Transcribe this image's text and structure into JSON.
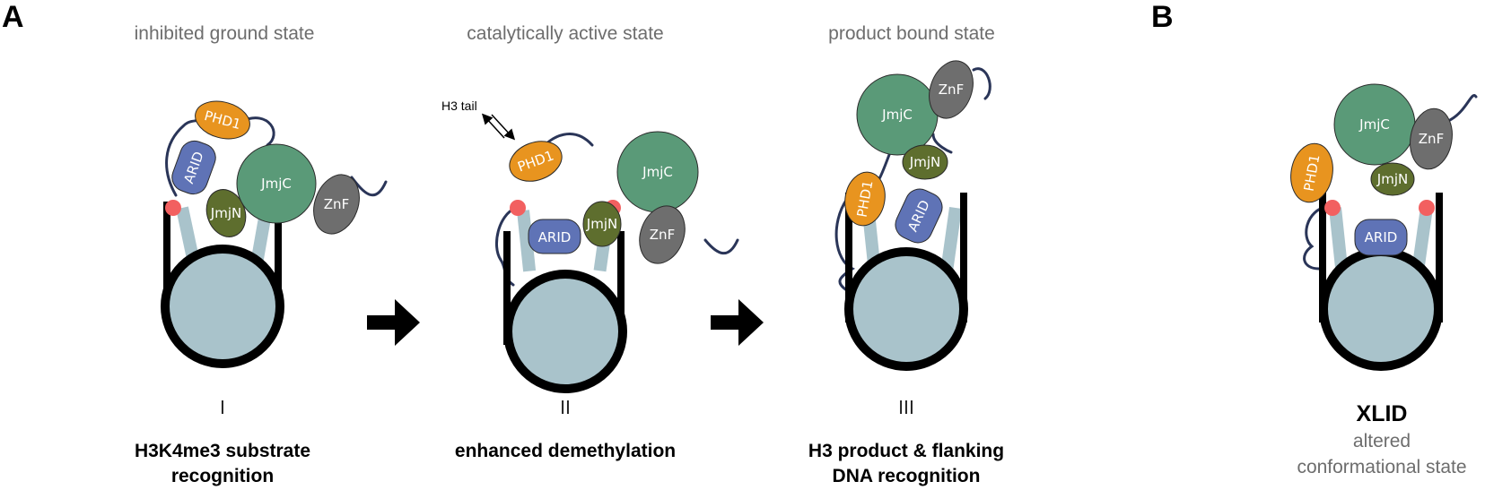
{
  "panels": {
    "a": "A",
    "b": "B"
  },
  "states": [
    {
      "title": "inhibited ground state",
      "numeral": "I",
      "caption_lines": [
        "H3K4me3 substrate",
        "recognition"
      ]
    },
    {
      "title": "catalytically active state",
      "numeral": "II",
      "caption_lines": [
        "enhanced demethylation"
      ]
    },
    {
      "title": "product bound state",
      "numeral": "III",
      "caption_lines": [
        "H3 product & flanking",
        "DNA recognition"
      ]
    }
  ],
  "xlid": {
    "title": "XLID",
    "subtitle_lines": [
      "altered",
      "conformational state"
    ]
  },
  "domains": {
    "jmjc": "JmjC",
    "jmjn": "JmjN",
    "arid": "ARID",
    "phd1": "PHD1",
    "znf": "ZnF"
  },
  "h3_tail_label": "H3 tail",
  "colors": {
    "jmjc": "#5a9a78",
    "jmjn": "#5e6e2e",
    "arid": "#5f73b6",
    "phd1": "#e8941f",
    "znf": "#6e6e6e",
    "nucleosome": "#a9c3cb",
    "tail_rod": "#a9c3cb",
    "methyl_mark": "#f26060",
    "linker": "#2a3558",
    "dna_arm": "#000000"
  }
}
